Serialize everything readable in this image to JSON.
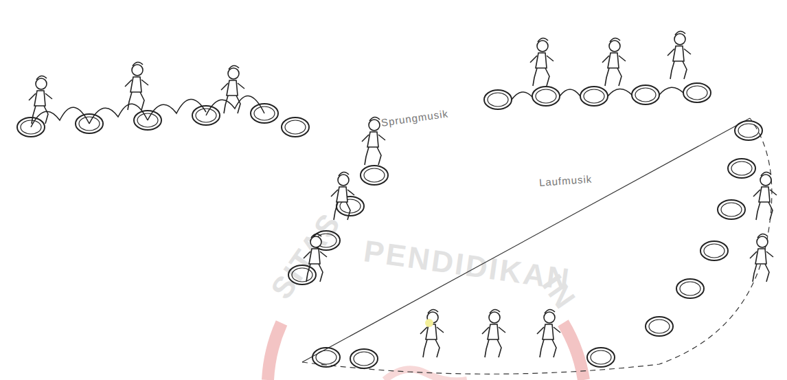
{
  "diagram": {
    "labels": [
      "Sprungmusik",
      "Laufmusik",
      "SITAS",
      "PENDIDIKAN",
      "IN"
    ]
  }
}
